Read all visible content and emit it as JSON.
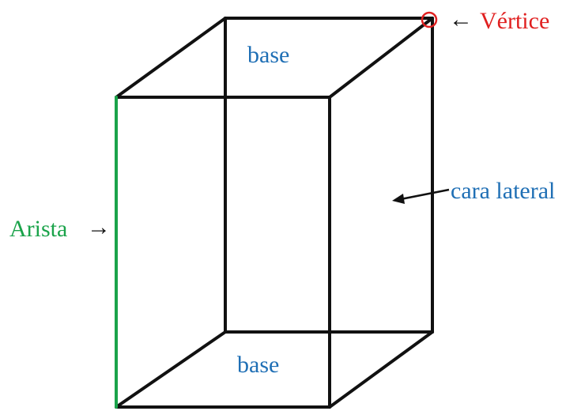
{
  "labels": {
    "base_top": "base",
    "base_bottom": "base",
    "lateral_face": "cara lateral",
    "edge": "Arista",
    "vertex": "Vértice"
  },
  "arrows": {
    "edge": "→",
    "vertex": "←"
  },
  "colors": {
    "lines": "#111111",
    "base_label": "#1f6fb5",
    "lateral_label": "#1f6fb5",
    "edge_label": "#1aa34a",
    "edge_highlight": "#1aa34a",
    "vertex_label": "#e02020",
    "vertex_marker": "#e02020"
  }
}
